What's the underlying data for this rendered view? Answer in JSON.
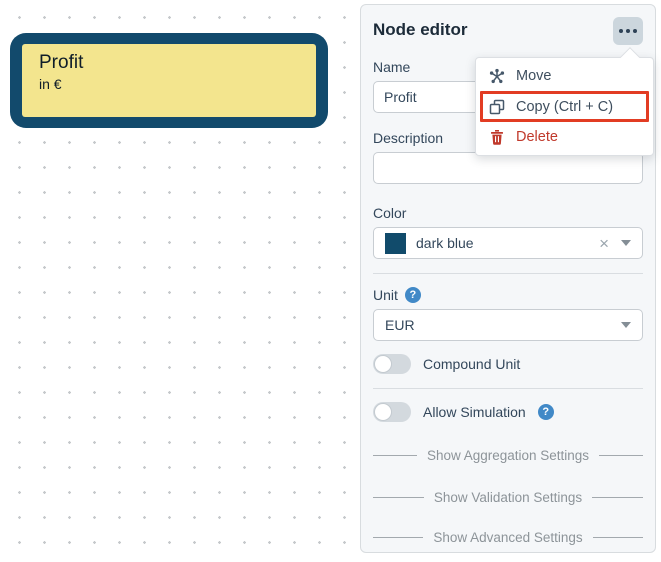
{
  "canvas": {
    "node": {
      "title": "Profit",
      "subtitle": "in €",
      "border_color": "#124a6c",
      "fill_color": "#f3e58e"
    }
  },
  "panel": {
    "title": "Node editor",
    "menu_button_icon": "ellipsis-icon",
    "fields": {
      "name": {
        "label": "Name",
        "value": "Profit"
      },
      "description": {
        "label": "Description",
        "value": ""
      },
      "color": {
        "label": "Color",
        "value": "dark blue",
        "swatch_color": "#114b6b",
        "clear_glyph": "×"
      },
      "unit": {
        "label": "Unit",
        "value": "EUR"
      }
    },
    "toggles": {
      "compound_unit": {
        "label": "Compound Unit",
        "state": "off"
      },
      "allow_simulation": {
        "label": "Allow Simulation",
        "state": "off"
      }
    },
    "expanders": {
      "aggregation": "Show Aggregation Settings",
      "validation": "Show Validation Settings",
      "advanced": "Show Advanced Settings"
    },
    "help_glyph": "?"
  },
  "context_menu": {
    "items": {
      "move": {
        "label": "Move",
        "icon": "move-icon"
      },
      "copy": {
        "label": "Copy (Ctrl + C)",
        "icon": "copy-icon",
        "highlighted": true
      },
      "delete": {
        "label": "Delete",
        "icon": "trash-icon"
      }
    },
    "highlight_color": "#e23c23"
  },
  "colors": {
    "panel_bg": "#f5f7f9",
    "label_text": "#33475b",
    "danger_red": "#c0392b",
    "highlight_red": "#e23c23",
    "help_blue": "#4189c7",
    "node_border": "#124a6c",
    "node_fill": "#f3e58e"
  }
}
